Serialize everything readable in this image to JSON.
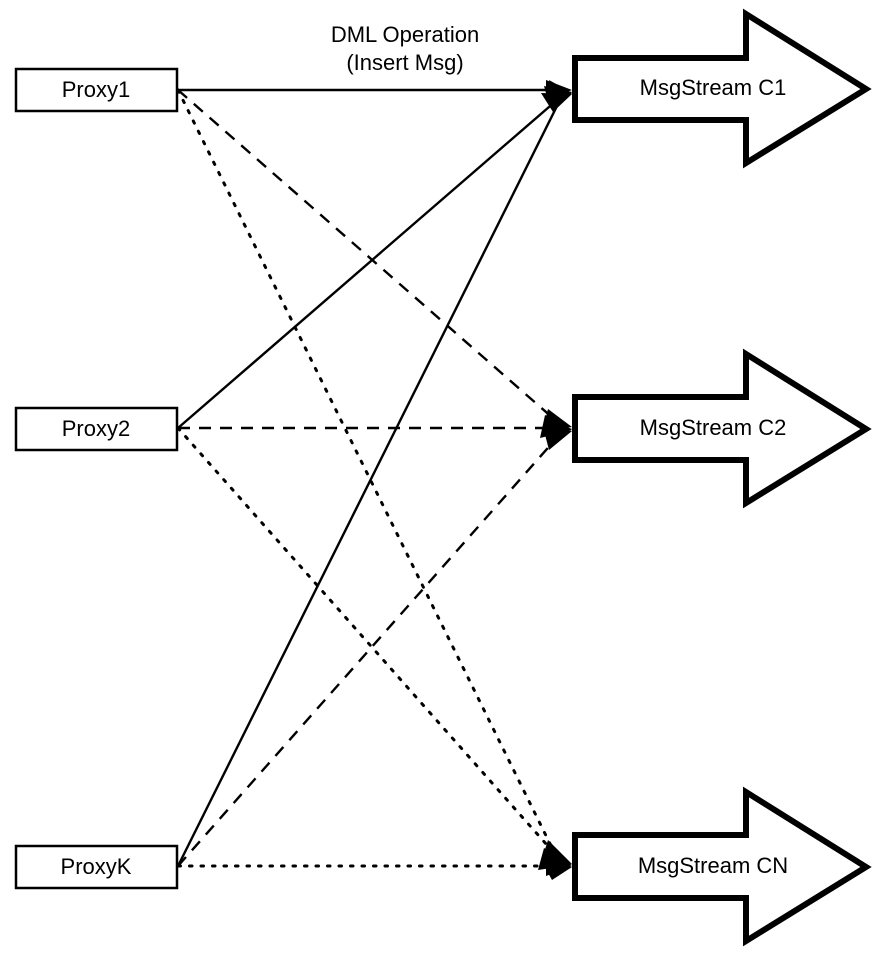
{
  "diagram": {
    "title_visible": false,
    "background_color": "#ffffff",
    "stroke_color": "#000000",
    "proxies": [
      {
        "id": "proxy1",
        "label": "Proxy1"
      },
      {
        "id": "proxy2",
        "label": "Proxy2"
      },
      {
        "id": "proxyK",
        "label": "ProxyK"
      }
    ],
    "streams": [
      {
        "id": "stream-c1",
        "label": "MsgStream C1"
      },
      {
        "id": "stream-c2",
        "label": "MsgStream C2"
      },
      {
        "id": "stream-cn",
        "label": "MsgStream CN"
      }
    ],
    "annotations": [
      {
        "id": "dml-operation",
        "line1": "DML Operation",
        "line2": "(Insert Msg)"
      }
    ],
    "edges": [
      {
        "from": "Proxy1",
        "to": "MsgStream C1",
        "style": "solid"
      },
      {
        "from": "Proxy1",
        "to": "MsgStream C2",
        "style": "dashed"
      },
      {
        "from": "Proxy1",
        "to": "MsgStream CN",
        "style": "dotted"
      },
      {
        "from": "Proxy2",
        "to": "MsgStream C1",
        "style": "solid"
      },
      {
        "from": "Proxy2",
        "to": "MsgStream C2",
        "style": "dashed"
      },
      {
        "from": "Proxy2",
        "to": "MsgStream CN",
        "style": "dotted"
      },
      {
        "from": "ProxyK",
        "to": "MsgStream C1",
        "style": "solid"
      },
      {
        "from": "ProxyK",
        "to": "MsgStream C2",
        "style": "dashed"
      },
      {
        "from": "ProxyK",
        "to": "MsgStream CN",
        "style": "dotted"
      }
    ]
  }
}
